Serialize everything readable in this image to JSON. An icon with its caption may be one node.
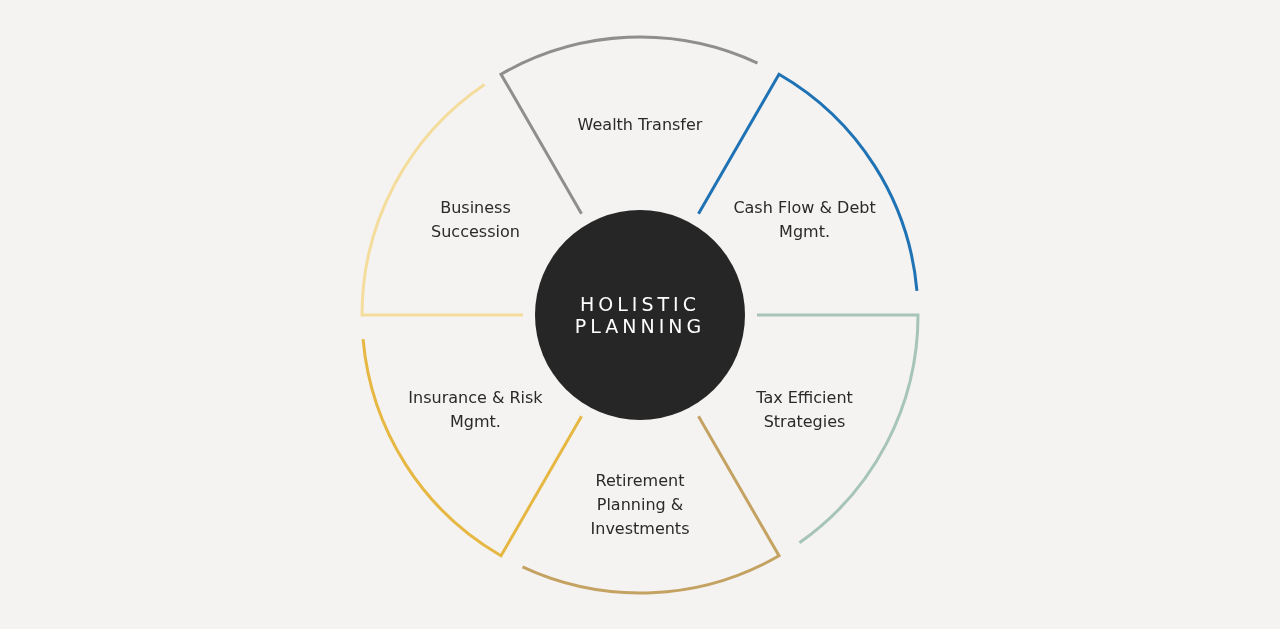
{
  "diagram": {
    "nodes": [
      {
        "text": [
          "HOLISTIC PLANNING"
        ]
      },
      {
        "text": [
          "Wealth Transfer"
        ]
      },
      {
        "text": [
          "Cash Flow & Debt Mgmt."
        ]
      },
      {
        "text": [
          "Tax Efficient Strategies"
        ]
      },
      {
        "text": [
          "Retirement Planning & Investments"
        ]
      },
      {
        "text": [
          "Insurance & Risk Mgmt."
        ]
      },
      {
        "text": [
          "Business Succession"
        ]
      }
    ]
  }
}
